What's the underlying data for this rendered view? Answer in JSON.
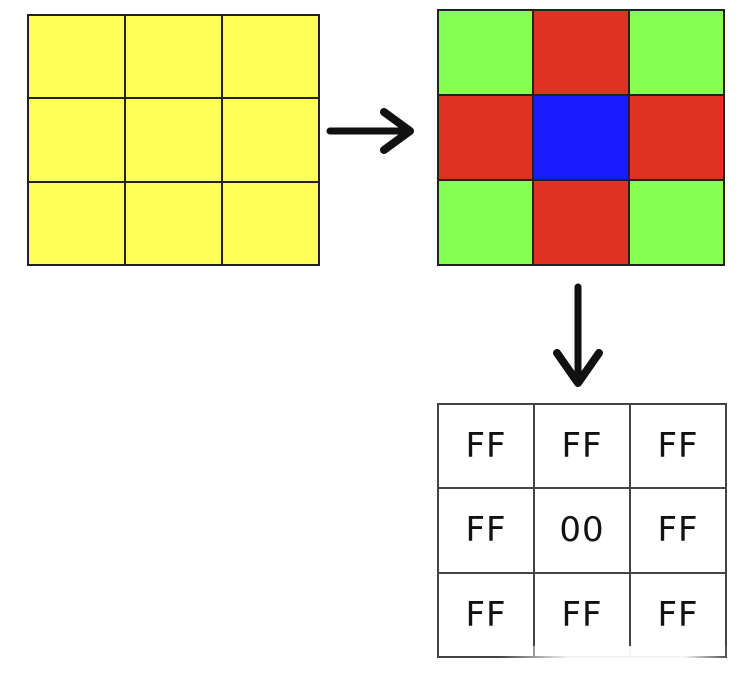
{
  "colors": {
    "yellow": "#ffff55",
    "green": "#88ff55",
    "red": "#e03223",
    "blue": "#1a1aff",
    "grid_line": "#222222"
  },
  "input_grid": {
    "cells": [
      "yellow",
      "yellow",
      "yellow",
      "yellow",
      "yellow",
      "yellow",
      "yellow",
      "yellow",
      "yellow"
    ]
  },
  "color_grid": {
    "cells": [
      "green",
      "red",
      "green",
      "red",
      "blue",
      "red",
      "green",
      "red",
      "green"
    ]
  },
  "hex_grid": {
    "cells": [
      "FF",
      "FF",
      "FF",
      "FF",
      "00",
      "FF",
      "FF",
      "FF",
      "FF"
    ]
  },
  "arrows": {
    "right": "arrow-right-icon",
    "down": "arrow-down-icon"
  }
}
